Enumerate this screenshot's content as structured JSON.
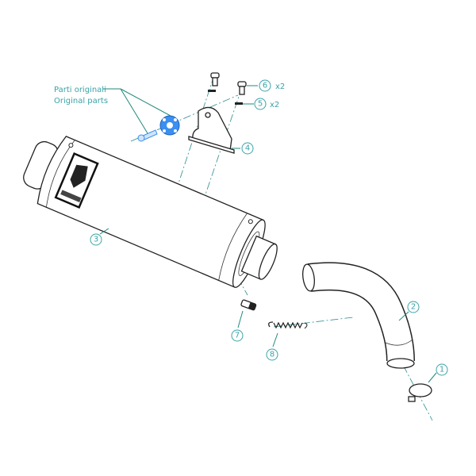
{
  "title_note": {
    "line1": "Parti originali",
    "line2": "Original parts"
  },
  "callouts": [
    {
      "id": "1",
      "qty": ""
    },
    {
      "id": "2",
      "qty": ""
    },
    {
      "id": "3",
      "qty": ""
    },
    {
      "id": "4",
      "qty": ""
    },
    {
      "id": "5",
      "qty": "x2"
    },
    {
      "id": "6",
      "qty": "x2"
    },
    {
      "id": "7",
      "qty": ""
    },
    {
      "id": "8",
      "qty": ""
    }
  ],
  "colors": {
    "callout": "#3aa3a8",
    "leader": "#1f8a7a",
    "original_parts": "#2f8fe0",
    "line": "#222222"
  }
}
